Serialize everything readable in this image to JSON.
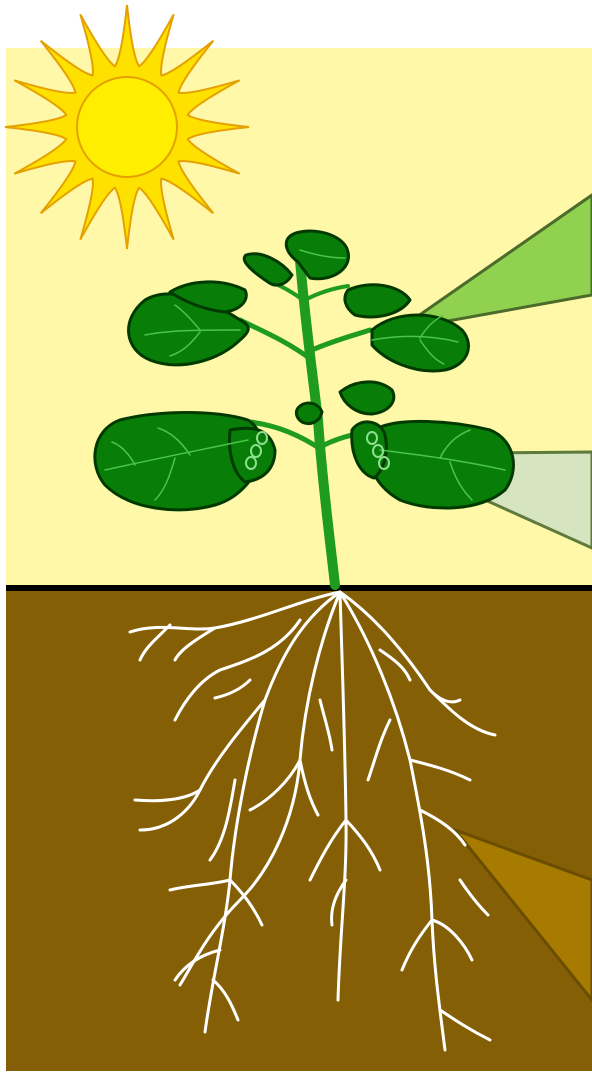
{
  "diagram": {
    "elements": [
      "sun-icon",
      "plant-shoot",
      "plant-leaves",
      "leaf-pods",
      "plant-roots",
      "soil-surface-line",
      "upper-leaf-callout",
      "lower-leaf-callout",
      "root-callout"
    ]
  },
  "colors": {
    "sky": "#fff8a8",
    "soil": "#855f05",
    "soil_line": "#000000",
    "sun_core": "#ffee00",
    "sun_rays": "#ffe100",
    "sun_outline": "#e4a100",
    "leaf_fill": "#087e08",
    "leaf_outline": "#003a00",
    "leaf_vein": "#49c549",
    "stem": "#1f9c1f",
    "root": "#ffffff",
    "callout_upper": "#91d150",
    "callout_lower": "#d6e4c0",
    "callout_root": "#a67b00",
    "callout_border": "#4b6b2a",
    "callout_root_border": "#6a4d00"
  }
}
